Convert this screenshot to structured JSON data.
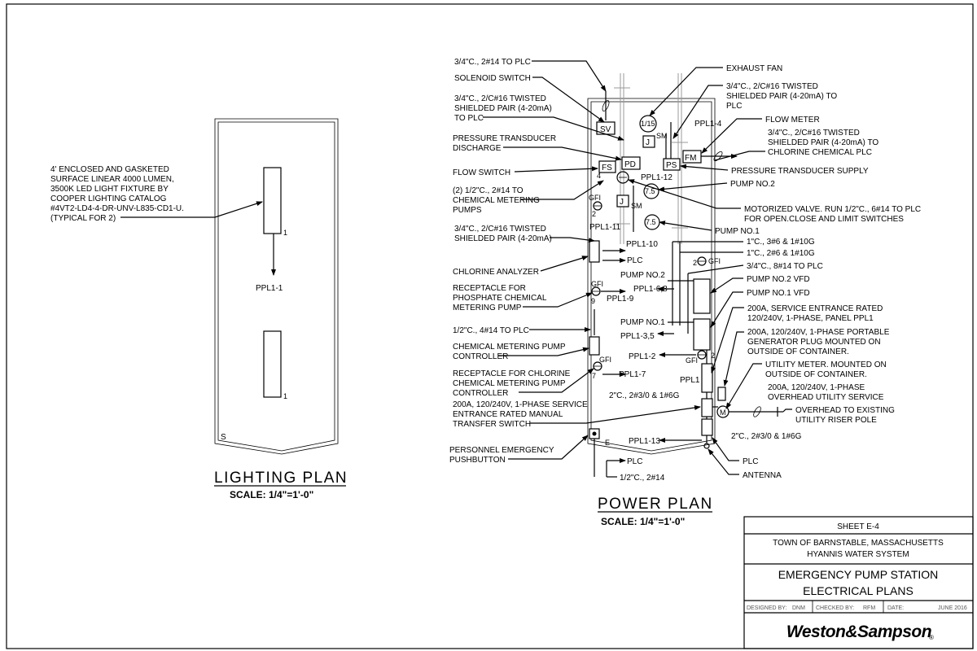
{
  "lighting_plan": {
    "title": "LIGHTING PLAN",
    "scale": "SCALE: 1/4\"=1'-0\"",
    "fixture_note": [
      "4' ENCLOSED AND GASKETED",
      "SURFACE LINEAR 4000 LUMEN,",
      "3500K LED LIGHT FIXTURE BY",
      "COOPER LIGHTING CATALOG",
      "#4VT2-LD4-4-DR-UNV-L835-CD1-U.",
      "(TYPICAL FOR 2)"
    ],
    "fixture_circuit": "1",
    "home_run": "PPL1-1",
    "switch": "S"
  },
  "power_plan": {
    "title": "POWER PLAN",
    "scale": "SCALE: 1/4\"=1'-0\"",
    "left_labels": [
      "3/4\"C., 2#14 TO PLC",
      "SOLENOID SWITCH",
      "3/4\"C., 2/C#16 TWISTED",
      "SHIELDED PAIR (4-20mA)",
      "TO PLC",
      "PRESSURE TRANSDUCER",
      "DISCHARGE",
      "FLOW SWITCH",
      "(2) 1/2\"C., 2#14 TO",
      "CHEMICAL METERING",
      "PUMPS",
      "3/4\"C., 2/C#16 TWISTED",
      "SHIELDED PAIR (4-20mA)",
      "CHLORINE ANALYZER",
      "RECEPTACLE FOR",
      "PHOSPHATE CHEMICAL",
      "METERING PUMP",
      "1/2\"C., 4#14 TO PLC",
      "CHEMICAL METERING PUMP",
      "CONTROLLER",
      "RECEPTACLE FOR CHLORINE",
      "CHEMICAL METERING PUMP",
      "CONTROLLER",
      "200A, 120/240V, 1-PHASE SERVICE",
      "ENTRANCE RATED MANUAL",
      "TRANSFER SWITCH",
      "PERSONNEL EMERGENCY",
      "PUSHBUTTON"
    ],
    "right_labels": [
      "EXHAUST FAN",
      "3/4\"C., 2/C#16 TWISTED",
      "SHIELDED PAIR (4-20mA) TO",
      "PLC",
      "FLOW METER",
      "3/4\"C., 2/C#16 TWISTED",
      "SHIELDED PAIR (4-20mA) TO",
      "CHLORINE CHEMICAL PLC",
      "PRESSURE TRANSDUCER SUPPLY",
      "PUMP NO.2",
      "MOTORIZED VALVE. RUN 1/2\"C., 6#14 TO PLC",
      "FOR OPEN.CLOSE AND LIMIT SWITCHES",
      "PUMP NO.1",
      "1\"C., 3#6 & 1#10G",
      "1\"C., 2#6 & 1#10G",
      "3/4\"C., 8#14 TO PLC",
      "PUMP NO.2 VFD",
      "PUMP NO.1 VFD",
      "200A, SERVICE ENTRANCE RATED",
      "120/240V, 1-PHASE, PANEL PPL1",
      "200A, 120/240V, 1-PHASE PORTABLE",
      "GENERATOR PLUG MOUNTED ON",
      "OUTSIDE OF CONTAINER.",
      "UTILITY METER. MOUNTED ON",
      "OUTSIDE OF CONTAINER.",
      "200A, 120/240V, 1-PHASE",
      "OVERHEAD UTILITY SERVICE",
      "OVERHEAD TO EXISTING",
      "UTILITY RISER POLE",
      "PLC",
      "ANTENNA"
    ],
    "equipment_tags": [
      "SV",
      "PD",
      "FS",
      "J",
      "J",
      "PS",
      "FM",
      "M",
      "E",
      "SM",
      "SM"
    ],
    "fan_tag": "1/15",
    "motor_tags": [
      "7.5",
      "7.5"
    ],
    "gfi_label": "GFI",
    "circuits": [
      "PPL1-4",
      "PPL1-12",
      "PPL1-11",
      "PPL1-10",
      "PLC",
      "PUMP NO.2",
      "PPL1-6,8",
      "PPL1-9",
      "PUMP NO.1",
      "PPL1-3,5",
      "PPL1-2",
      "PPL1-7",
      "PPL1",
      "2\"C., 2#3/0 & 1#6G",
      "2\"C., 2#3/0 & 1#6G",
      "PPL1-13",
      "PLC",
      "1/2\"C., 2#14"
    ],
    "circuit_nums": [
      "4",
      "2",
      "9",
      "7",
      "2",
      "2"
    ]
  },
  "title_block": {
    "sheet": "SHEET E-4",
    "owner_1": "TOWN OF BARNSTABLE, MASSACHUSETTS",
    "owner_2": "HYANNIS WATER SYSTEM",
    "project_1": "EMERGENCY PUMP STATION",
    "project_2": "ELECTRICAL PLANS",
    "designed_by_label": "DESIGNED BY:",
    "designed_by": "DNM",
    "checked_by_label": "CHECKED BY:",
    "checked_by": "RFM",
    "date_label": "DATE:",
    "date": "JUNE 2016",
    "firm": "Weston&Sampson",
    "firm_mark": "®"
  }
}
